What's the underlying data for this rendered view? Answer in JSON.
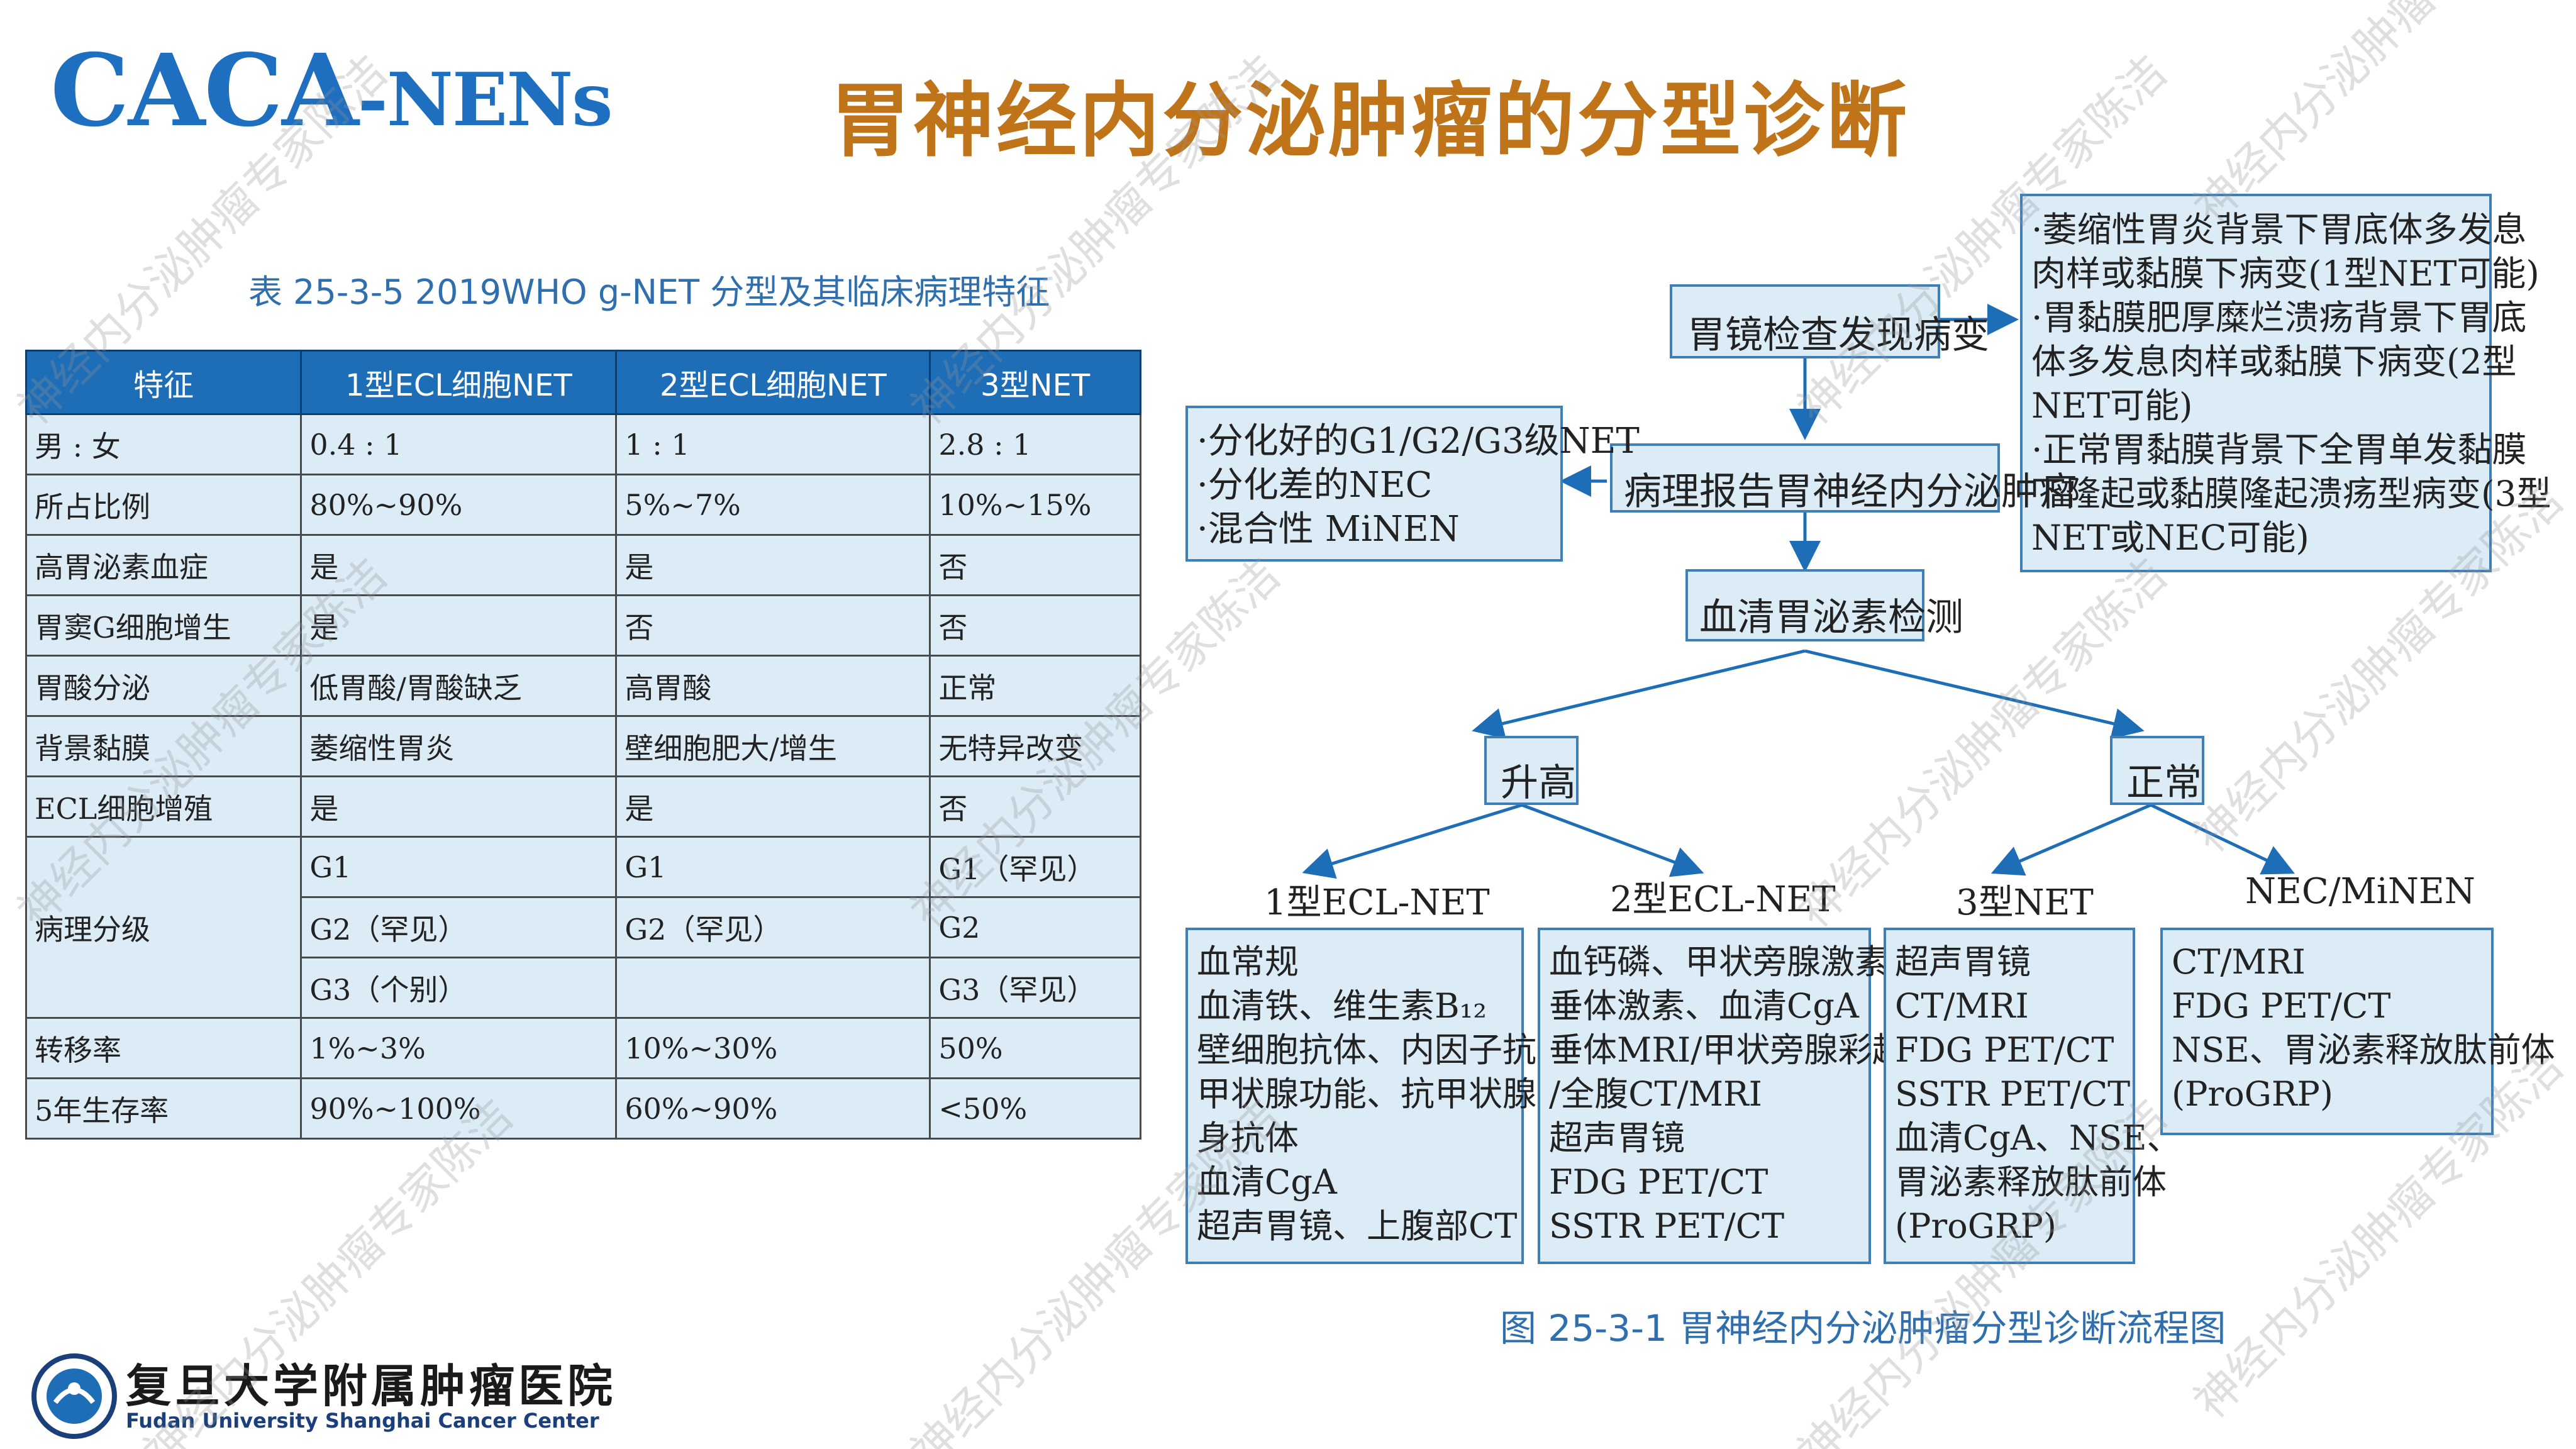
{
  "header": {
    "brand_big1": "CACA",
    "brand_small": "-NENs",
    "title": "胃神经内分泌肿瘤的分型诊断"
  },
  "table": {
    "caption": "表 25-3-5   2019WHO g-NET 分型及其临床病理特征",
    "headers": [
      "特征",
      "1型ECL细胞NET",
      "2型ECL细胞NET",
      "3型NET"
    ],
    "rows": [
      [
        "男 : 女",
        "0.4 : 1",
        "1 : 1",
        "2.8 : 1"
      ],
      [
        "所占比例",
        "80%~90%",
        "5%~7%",
        "10%~15%"
      ],
      [
        "高胃泌素血症",
        "是",
        "是",
        "否"
      ],
      [
        "胃窦G细胞增生",
        "是",
        "否",
        "否"
      ],
      [
        "胃酸分泌",
        "低胃酸/胃酸缺乏",
        "高胃酸",
        "正常"
      ],
      [
        "背景黏膜",
        "萎缩性胃炎",
        "壁细胞肥大/增生",
        "无特异改变"
      ],
      [
        "ECL细胞增殖",
        "是",
        "是",
        "否"
      ]
    ],
    "grade_label": "病理分级",
    "grade_rows": [
      [
        "G1",
        "G1",
        "G1（罕见）"
      ],
      [
        "G2（罕见）",
        "G2（罕见）",
        "G2"
      ],
      [
        "G3（个别）",
        "",
        "G3（罕见）"
      ]
    ],
    "tail_rows": [
      [
        "转移率",
        "1%~3%",
        "10%~30%",
        "50%"
      ],
      [
        "5年生存率",
        "90%~100%",
        "60%~90%",
        "<50%"
      ]
    ]
  },
  "flow": {
    "gastroscopy": "胃镜检查发现病变",
    "pathology": "病理报告胃神经内分泌肿瘤",
    "serum": "血清胃泌素检测",
    "elevated": "升高",
    "normal": "正常",
    "left_box": [
      "·分化好的G1/G2/G3级NET",
      "·分化差的NEC",
      "·混合性 MiNEN"
    ],
    "right_box": [
      "·萎缩性胃炎背景下胃底体多发息",
      "肉样或黏膜下病变(1型NET可能)",
      "·胃黏膜肥厚糜烂溃疡背景下胃底",
      "体多发息肉样或黏膜下病变(2型",
      "NET可能)",
      "·正常胃黏膜背景下全胃单发黏膜",
      "下隆起或黏膜隆起溃疡型病变(3型",
      "NET或NEC可能)"
    ],
    "leaf_labels": [
      "1型ECL-NET",
      "2型ECL-NET",
      "3型NET",
      "NEC/MiNEN"
    ],
    "leaf_boxes": [
      [
        "血常规",
        "血清铁、维生素B₁₂",
        "壁细胞抗体、内因子抗体",
        "甲状腺功能、抗甲状腺自",
        "身抗体",
        "血清CgA",
        "超声胃镜、上腹部CT"
      ],
      [
        "血钙磷、甲状旁腺激素",
        "垂体激素、血清CgA",
        "垂体MRI/甲状旁腺彩超",
        "/全腹CT/MRI",
        "超声胃镜",
        "FDG  PET/CT",
        "SSTR  PET/CT"
      ],
      [
        "超声胃镜",
        "CT/MRI",
        "FDG  PET/CT",
        "SSTR  PET/CT",
        "血清CgA、NSE、",
        "胃泌素释放肽前体",
        "(ProGRP)"
      ],
      [
        "CT/MRI",
        "FDG  PET/CT",
        "NSE、胃泌素释放肽前体",
        "(ProGRP)"
      ]
    ],
    "caption": "图 25-3-1   胃神经内分泌肿瘤分型诊断流程图"
  },
  "footer": {
    "hospital_cn": "复旦大学附属肿瘤医院",
    "hospital_en": "Fudan University Shanghai Cancer Center"
  },
  "watermark": "神经内分泌肿瘤专家陈洁",
  "colors": {
    "brand": "#1e6fbf",
    "title": "#c0741a",
    "table_header": "#1e6db7",
    "cell_bg": "#dcecf7",
    "arrow": "#1e6db7"
  }
}
